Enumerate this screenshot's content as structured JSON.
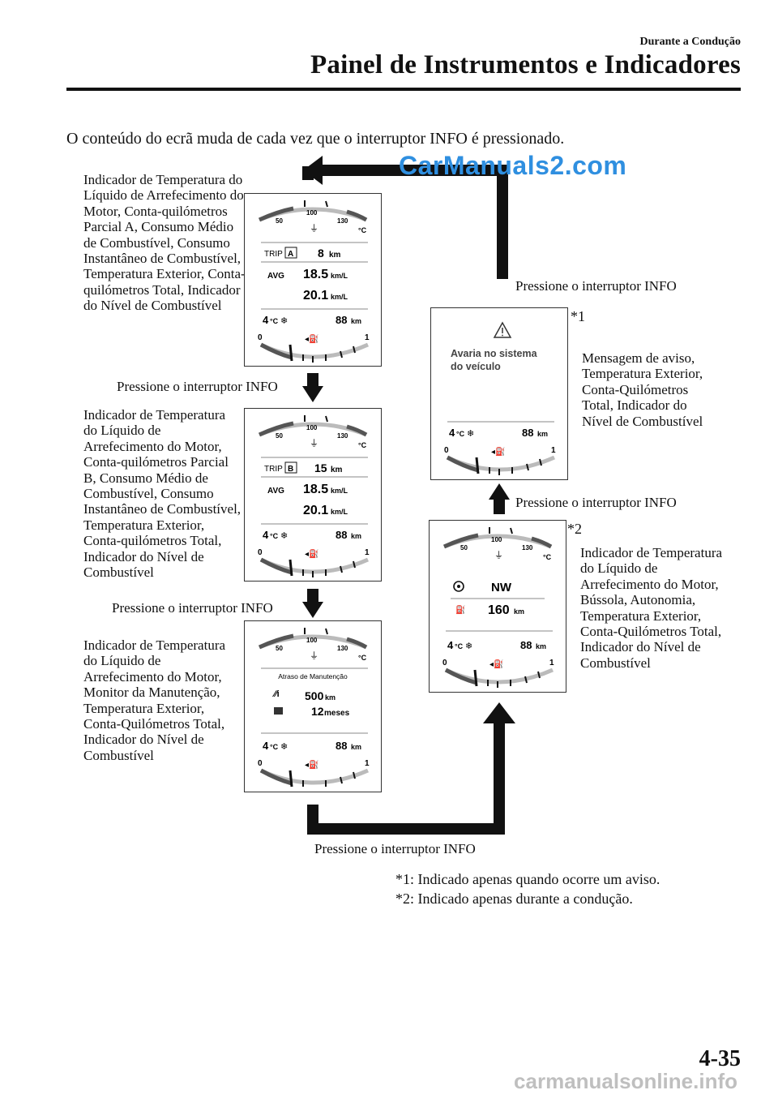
{
  "header": {
    "section": "Durante a Condução",
    "title": "Painel de Instrumentos e Indicadores"
  },
  "intro": "O conteúdo do ecrã muda de cada vez que o interruptor INFO é pressionado.",
  "watermark": "CarManuals2.com",
  "descriptions": {
    "d1": "Indicador de Temperatura do Líquido de Arrefecimento do Motor, Conta-quilómetros Parcial A, Consumo Médio de Combustível, Consumo Instantâneo de Combustível, Temperatura Exterior, Conta-quilómetros Total, Indicador do Nível de Combustível",
    "d2": "Indicador de Temperatura do Líquido de Arrefecimento do Motor, Conta-quilómetros Parcial B, Consumo Médio de Combustível, Consumo Instantâneo de Combustível, Temperatura Exterior, Conta-quilómetros Total, Indicador do Nível de Combustível",
    "d3": "Indicador de Temperatura do Líquido de Arrefecimento do Motor, Monitor da Manutenção, Temperatura Exterior, Conta-Quilómetros Total, Indicador do Nível de Combustível",
    "d4": "Mensagem de aviso, Temperatura Exterior, Conta-Quilómetros Total, Indicador do Nível de Combustível",
    "d5": "Indicador de Temperatura do Líquido de Arrefecimento do Motor, Bússola, Autonomia, Temperatura Exterior, Conta-Quilómetros Total, Indicador do Nível de Combustível"
  },
  "press_label": "Pressione o interruptor INFO",
  "markers": {
    "m1": "*1",
    "m2": "*2"
  },
  "notes": {
    "n1": "*1: Indicado apenas quando ocorre um aviso.",
    "n2": "*2: Indicado apenas durante a condução."
  },
  "gauge": {
    "temp_min": "50",
    "temp_mid": "100",
    "temp_max": "130",
    "temp_unit": "°C",
    "fuel_empty": "0",
    "fuel_full": "1",
    "outside_temp": "4",
    "outside_unit": "°C",
    "odo": "88",
    "odo_unit": "km"
  },
  "panels": {
    "trip_a": {
      "trip_label": "TRIP",
      "trip_id": "A",
      "trip_value": "8",
      "trip_unit": "km",
      "avg_label": "AVG",
      "avg_value": "18.5",
      "avg_unit": "km/L",
      "inst_value": "20.1",
      "inst_unit": "km/L"
    },
    "trip_b": {
      "trip_label": "TRIP",
      "trip_id": "B",
      "trip_value": "15",
      "trip_unit": "km",
      "avg_label": "AVG",
      "avg_value": "18.5",
      "avg_unit": "km/L",
      "inst_value": "20.1",
      "inst_unit": "km/L"
    },
    "maintenance": {
      "title": "Atraso de Manutenção",
      "distance_value": "500",
      "distance_unit": "km",
      "months_value": "12",
      "months_unit": "meses"
    },
    "warning": {
      "line1": "Avaria no sistema",
      "line2": "do veículo"
    },
    "compass": {
      "heading": "NW",
      "range_value": "160",
      "range_unit": "km"
    }
  },
  "footer": {
    "page_number": "4-35",
    "site": "carmanualsonline.info"
  }
}
